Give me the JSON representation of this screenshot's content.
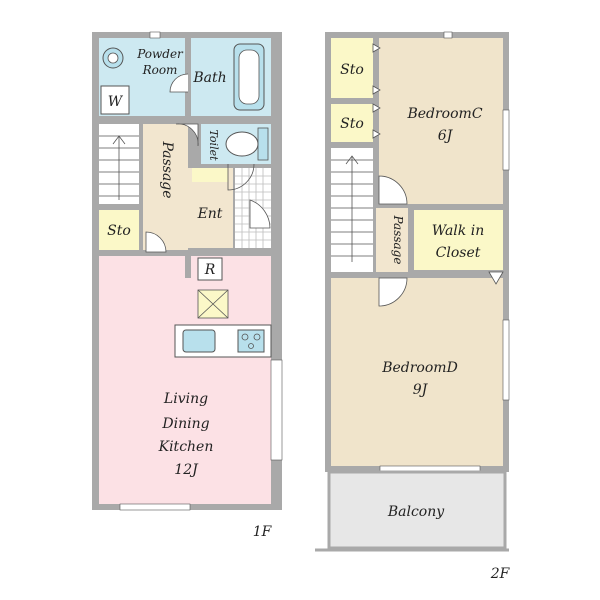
{
  "floors": {
    "first": {
      "label": "1F",
      "rooms": {
        "powder_room": [
          "Powder",
          "Room"
        ],
        "bath": "Bath",
        "washer": "W",
        "toilet": "Toilet",
        "passage": "Passage",
        "storage": "Sto",
        "entrance": "Ent",
        "refrigerator": "R",
        "ldk": [
          "Living",
          "Dining",
          "Kitchen",
          "12J"
        ]
      }
    },
    "second": {
      "label": "2F",
      "rooms": {
        "storage_upper": "Sto",
        "storage_lower": "Sto",
        "bedroom_c": [
          "BedroomC",
          "6J"
        ],
        "passage": "Passage",
        "walk_in_closet": [
          "Walk in",
          "Closet"
        ],
        "bedroom_d": [
          "BedroomD",
          "9J"
        ],
        "balcony": "Balcony"
      }
    }
  },
  "colors": {
    "wall": "#a9a9a9",
    "wet_area": "#cde9f1",
    "storage": "#fbf8c8",
    "passage": "#f2e6cf",
    "bedroom": "#f0e4cb",
    "ldk": "#fce1e5",
    "balcony": "#e7e7e7",
    "fixture": "#b8e0ec"
  }
}
